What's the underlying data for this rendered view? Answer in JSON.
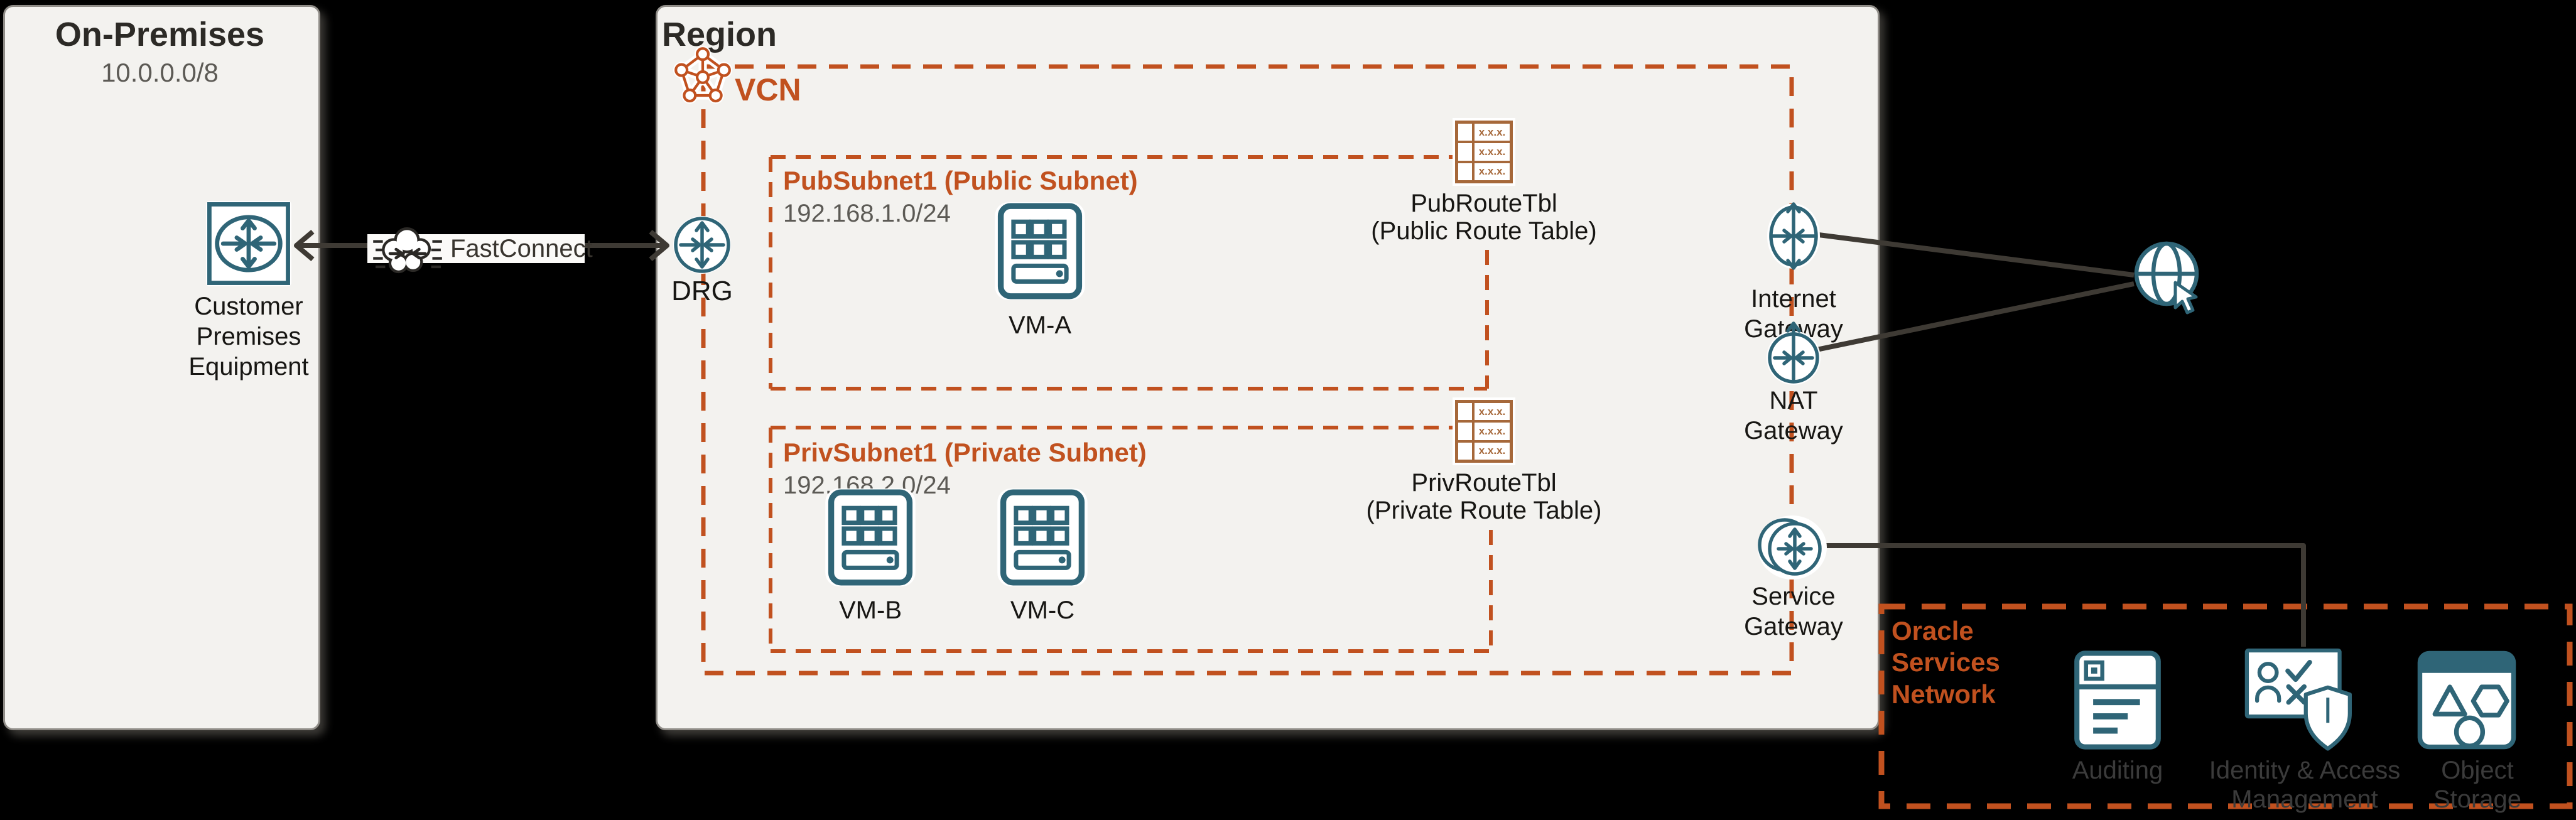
{
  "colors": {
    "orange": "#C1511F",
    "route_table_brown": "#A6683A",
    "teal": "#2F6577",
    "connector_line": "#3E3A34",
    "box_fill": "#F3F2EF",
    "canvas_bg": "#000000"
  },
  "on_premises": {
    "title": "On-Premises",
    "cidr": "10.0.0.0/8",
    "cpe_label": "Customer Premises Equipment"
  },
  "fastconnect": {
    "label": "FastConnect"
  },
  "region": {
    "title": "Region",
    "vcn_label": "VCN",
    "drg_label": "DRG",
    "pub_subnet": {
      "title": "PubSubnet1 (Public Subnet)",
      "cidr": "192.168.1.0/24",
      "vm_label": "VM-A",
      "route_table_name": "PubRouteTbl",
      "route_table_sub": "(Public Route Table)"
    },
    "priv_subnet": {
      "title": "PrivSubnet1 (Private Subnet)",
      "cidr": "192.168.2.0/24",
      "vm_b_label": "VM-B",
      "vm_c_label": "VM-C",
      "route_table_name": "PrivRouteTbl",
      "route_table_sub": "(Private Route Table)"
    },
    "internet_gateway_label": "Internet Gateway",
    "nat_gateway_label": "NAT Gateway",
    "service_gateway_label": "Service Gateway"
  },
  "route_table_cell": "x.x.x.",
  "oracle_services_network": {
    "title": "Oracle Services Network",
    "services": [
      "Auditing",
      "Identity & Access Management",
      "Object Storage"
    ]
  }
}
